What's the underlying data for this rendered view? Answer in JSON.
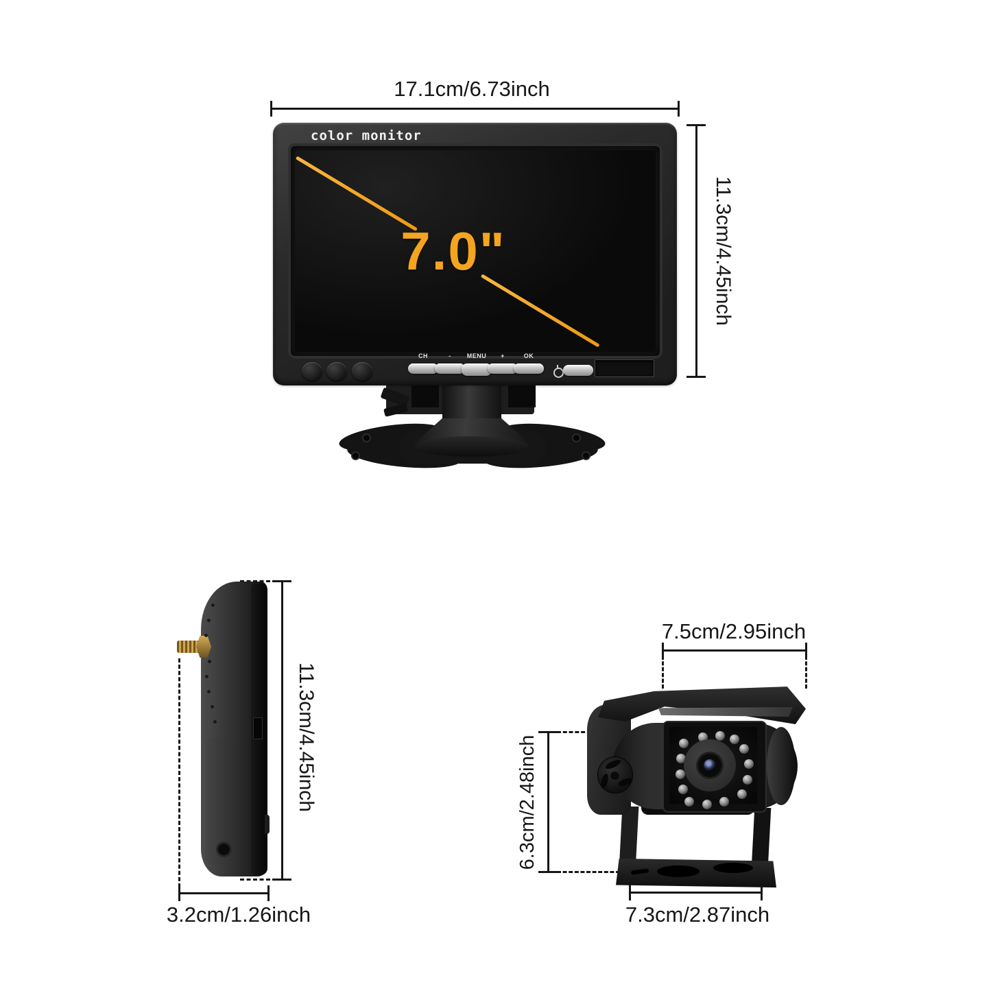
{
  "diagram": {
    "background": "#ffffff",
    "annotation_color": "#161616",
    "accent_orange": "#f5a41f",
    "device_body_color": "#2e2e2e"
  },
  "monitor_front": {
    "brand_label": "color monitor",
    "screen_size": "7.0\"",
    "width_label": "17.1cm/6.73inch",
    "height_label": "11.3cm/4.45inch",
    "buttons": [
      "CH",
      "-",
      "MENU",
      "+",
      "OK"
    ]
  },
  "monitor_side": {
    "height_label": "11.3cm/4.45inch",
    "depth_label": "3.2cm/1.26inch"
  },
  "camera": {
    "width_label": "7.5cm/2.95inch",
    "height_label": "6.3cm/2.48inch",
    "base_width_label": "7.3cm/2.87inch"
  }
}
